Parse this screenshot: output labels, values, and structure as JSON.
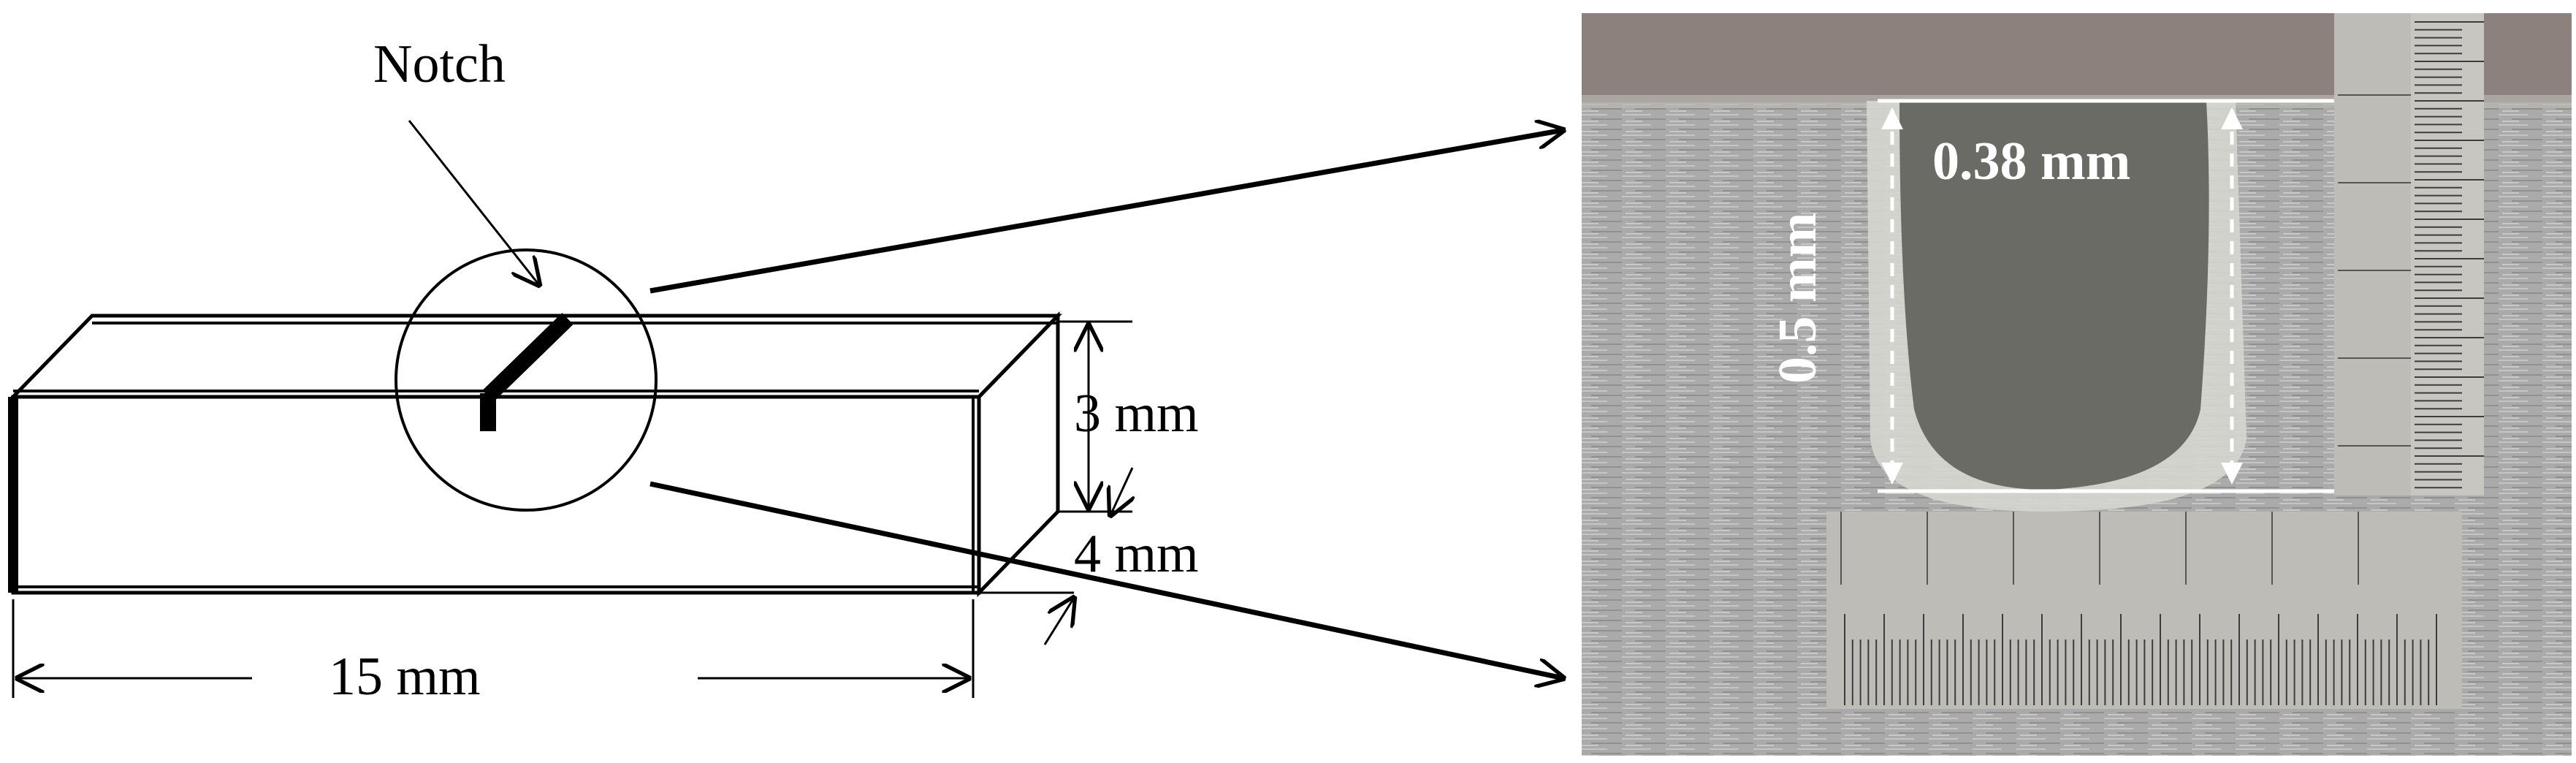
{
  "labels": {
    "notch": "Notch",
    "height": "3 mm",
    "depth": "4 mm",
    "length": "15 mm",
    "notch_width": "0.38 mm",
    "notch_depth": "0.5 mm"
  },
  "colors": {
    "line": "#000000",
    "photo_background": "#a9aaa9",
    "photo_top_band": "#8c817c",
    "notch_fill": "#6a6a64",
    "notch_halo": "#dcdcd6",
    "ruler_background": "#bdbcb6",
    "ruler_ticks": "#3c3c3c",
    "annotation": "#ffffff"
  }
}
